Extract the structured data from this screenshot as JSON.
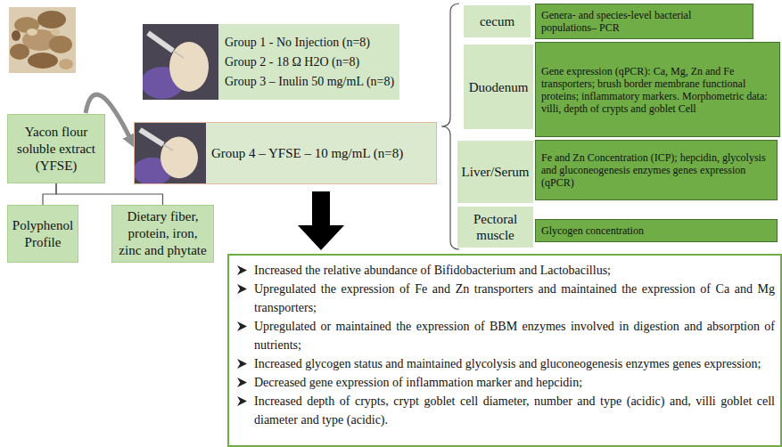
{
  "diagram": {
    "nodes": [
      {
        "text": [
          "Group 1 - No Injection (n=8)",
          "Group 2 - 18 Ω H2O (n=8)",
          "Group 3 – Inulin 50 mg/mL (n=8)"
        ]
      },
      {
        "text": [
          "Group 4 – YFSE – 10 mg/mL (n=8)"
        ]
      },
      {
        "text": [
          "Yacon flour soluble extract (YFSE)"
        ]
      },
      {
        "text": [
          "Polyphenol Profile"
        ]
      },
      {
        "text": [
          "Dietary fiber, protein, iron, zinc and phytate"
        ]
      },
      {
        "text": [
          "cecum"
        ]
      },
      {
        "text": [
          "Genera- and species-level bacterial populations– PCR"
        ]
      },
      {
        "text": [
          "Duodenum"
        ]
      },
      {
        "text": [
          "Gene expression (qPCR): Ca, Mg, Zn and Fe transporters; brush border membrane functional proteins; inflammatory markers. Morphometric data: villi, depth of crypts and goblet Cell"
        ]
      },
      {
        "text": [
          "Liver/Serum"
        ]
      },
      {
        "text": [
          "Fe and Zn Concentration (ICP); hepcidin, glycolysis and gluconeogenesis enzymes genes expression (qPCR)"
        ]
      },
      {
        "text": [
          "Pectoral muscle"
        ]
      },
      {
        "text": [
          "Glycogen concentration"
        ]
      },
      {
        "text": [
          "Increased the relative abundance of Bifidobacterium and Lactobacillus;",
          "Upregulated the expression of Fe and Zn transporters and maintained the expression of Ca and Mg transporters;",
          "Upregulated or maintained the expression of BBM enzymes involved in digestion and absorption of nutrients;",
          "Increased glycogen status and maintained glycolysis and gluconeogenesis enzymes genes expression;",
          "Decreased gene expression of inflammation marker and hepcidin;",
          "Increased depth of crypts, crypt goblet cell diameter, number and type (acidic) and, villi goblet cell diameter and type (acidic)."
        ]
      }
    ],
    "edges": [
      {
        "from": 2,
        "to": 1,
        "arrow": "to"
      },
      {
        "from": 1,
        "to": 13,
        "arrow": "to"
      },
      {
        "from": 2,
        "to": 3,
        "arrow": "none"
      },
      {
        "from": 2,
        "to": 4,
        "arrow": "none"
      }
    ]
  }
}
